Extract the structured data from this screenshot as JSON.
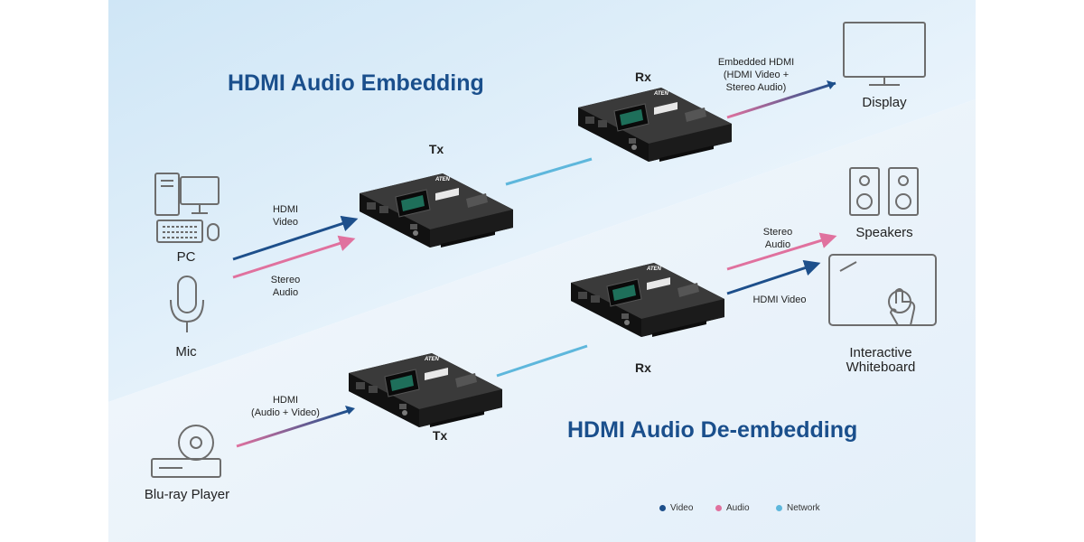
{
  "titles": {
    "embedding": "HDMI Audio Embedding",
    "deembedding": "HDMI Audio De-embedding"
  },
  "units": {
    "tx_top": "Tx",
    "rx_top": "Rx",
    "tx_bottom": "Tx",
    "rx_bottom": "Rx",
    "brand": "ATEN"
  },
  "devices": {
    "pc": "PC",
    "mic": "Mic",
    "display": "Display",
    "speakers": "Speakers",
    "whiteboard_line1": "Interactive",
    "whiteboard_line2": "Whiteboard",
    "bluray": "Blu-ray Player"
  },
  "signals": {
    "pc_video_line1": "HDMI",
    "pc_video_line2": "Video",
    "mic_audio_line1": "Stereo",
    "mic_audio_line2": "Audio",
    "display_line1": "Embedded HDMI",
    "display_line2": "(HDMI Video +",
    "display_line3": "Stereo Audio)",
    "speakers_line1": "Stereo",
    "speakers_line2": "Audio",
    "whiteboard_video": "HDMI Video",
    "bluray_line1": "HDMI",
    "bluray_line2": "(Audio + Video)"
  },
  "legend": {
    "video": "Video",
    "audio": "Audio",
    "network": "Network"
  },
  "colors": {
    "video": "#1d4f8b",
    "audio": "#e0719e",
    "network": "#5eb7dc",
    "title": "#1a4f8c",
    "device_body": "#1e1e1e",
    "icon_stroke": "#6d6d6d"
  }
}
